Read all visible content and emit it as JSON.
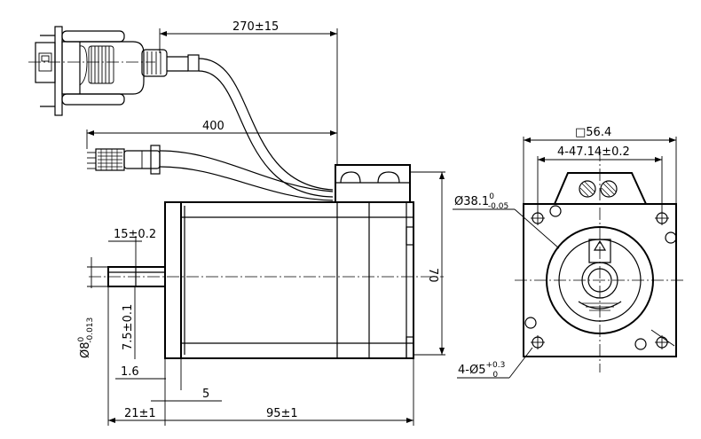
{
  "dimensions": {
    "cable_length_1": "270±15",
    "cable_length_2": "400",
    "height": "70",
    "flange_square": "□56.4",
    "hole_spacing": "4-47.14±0.2",
    "pilot_diameter_main": "Ø38.1",
    "pilot_tol_upper": "0",
    "pilot_tol_lower": "-0.05",
    "key_length": "15±0.2",
    "shaft_dia_main": "Ø8",
    "shaft_tol_upper": "0",
    "shaft_tol_lower": "-0.013",
    "flat_depth": "7.5±0.1",
    "pilot_depth": "1.6",
    "flange_thickness": "5",
    "shaft_length": "21±1",
    "body_length": "95±1",
    "holes_main": "4-Ø5",
    "holes_tol_upper": "+0.3",
    "holes_tol_lower": "0"
  }
}
